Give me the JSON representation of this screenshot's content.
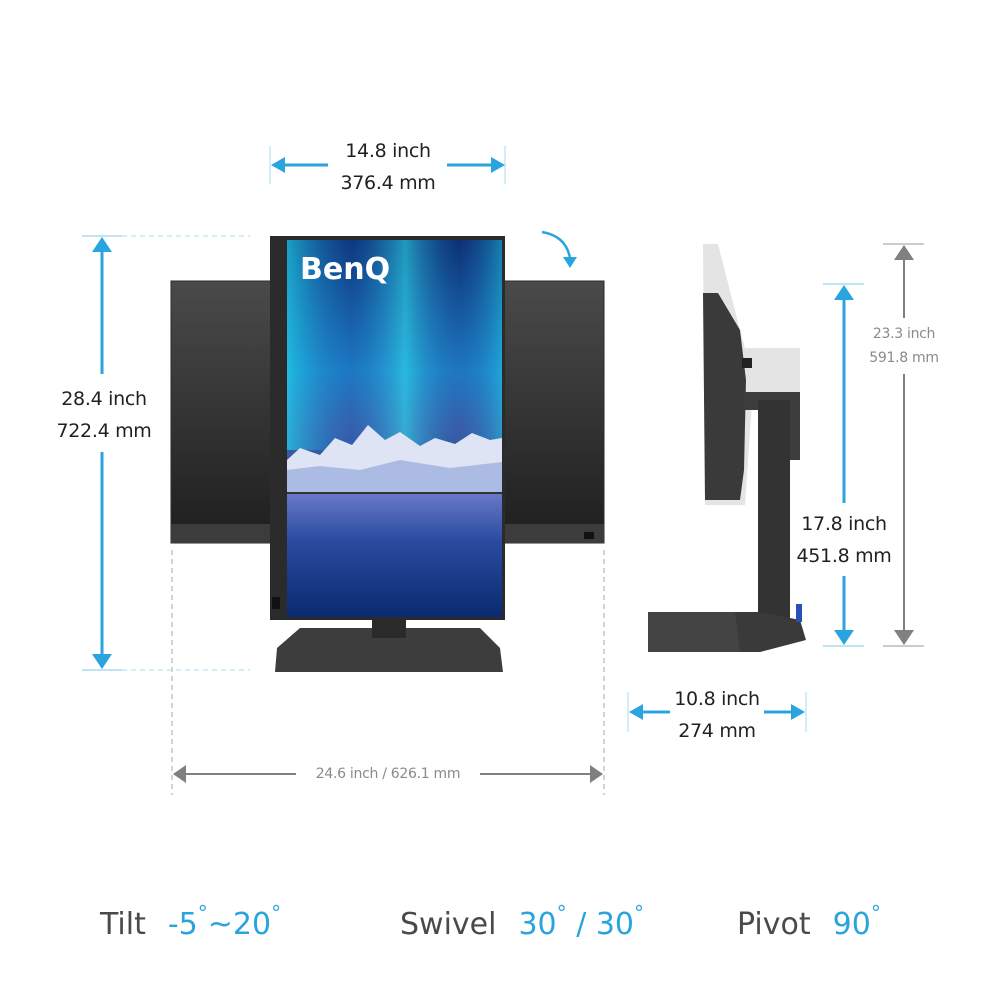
{
  "brand": "BenQ",
  "colors": {
    "accent_blue": "#2aa4df",
    "dim_gray": "#808080",
    "text_dark": "#231f20",
    "label_gray": "#4a4a4a"
  },
  "dimensions": {
    "front_width": {
      "inch": "14.8 inch",
      "mm": "376.4 mm"
    },
    "front_height": {
      "inch": "28.4 inch",
      "mm": "722.4 mm"
    },
    "total_width": {
      "label": "24.6 inch / 626.1 mm"
    },
    "side_max_height": {
      "inch": "23.3 inch",
      "mm": "591.8 mm"
    },
    "side_min_height": {
      "inch": "17.8 inch",
      "mm": "451.8 mm"
    },
    "base_depth": {
      "inch": "10.8 inch",
      "mm": "274 mm"
    }
  },
  "specs": [
    {
      "label": "Tilt",
      "value_a": "-5",
      "deg_a": "°",
      "sep": "~",
      "value_b": "20",
      "deg_b": "°"
    },
    {
      "label": "Swivel",
      "value_a": "30",
      "deg_a": "°",
      "sep": " / ",
      "value_b": "30",
      "deg_b": "°"
    },
    {
      "label": "Pivot",
      "value_a": "90",
      "deg_a": "°",
      "sep": "",
      "value_b": "",
      "deg_b": ""
    }
  ],
  "icons": [
    "rotate-arrow-icon",
    "double-arrow-icon"
  ]
}
